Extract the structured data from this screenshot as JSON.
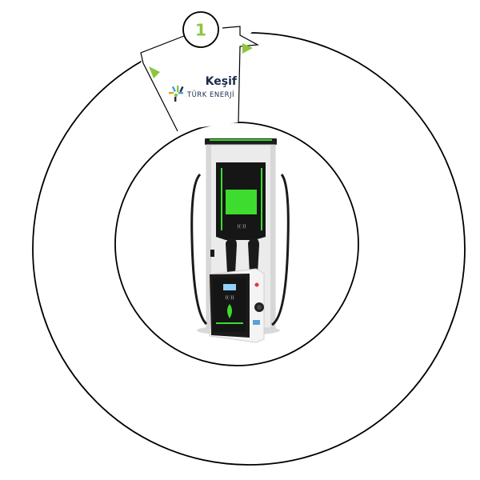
{
  "step": {
    "number": "1"
  },
  "brand": {
    "name": "Keşif",
    "subtitle": "TÜRK ENERJİ"
  },
  "icons": {
    "step-badge": "circled-number",
    "pointer-arrow": "green-triangle",
    "brand-logo": "keşif-burst-icon",
    "product": "ev-charging-station-image"
  },
  "colors": {
    "accent_green": "#8cc63f",
    "line": "#000000",
    "brand_navy": "#1b2a4a",
    "screen_green": "#3ddc2e",
    "brand_blue": "#3aa3dc"
  }
}
